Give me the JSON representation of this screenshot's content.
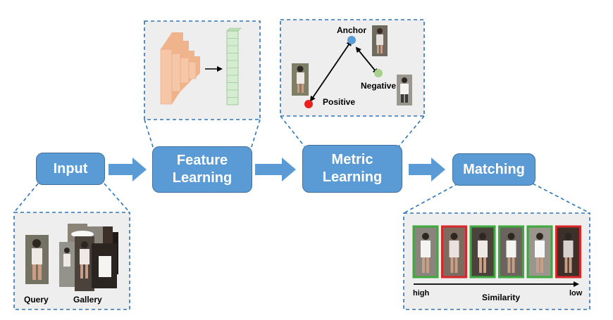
{
  "stages": {
    "input": "Input",
    "feature_line1": "Feature",
    "feature_line2": "Learning",
    "metric_line1": "Metric",
    "metric_line2": "Learning",
    "matching": "Matching"
  },
  "metric_panel": {
    "anchor": "Anchor",
    "positive": "Positive",
    "negative": "Negative"
  },
  "input_panel": {
    "query": "Query",
    "gallery": "Gallery"
  },
  "matching_panel": {
    "high": "high",
    "similarity": "Similarity",
    "low": "low",
    "ranking": [
      "correct",
      "wrong",
      "correct",
      "correct",
      "correct",
      "wrong"
    ]
  },
  "colors": {
    "stage_fill": "#5b9bd5",
    "stage_border": "#41719c",
    "panel_fill": "#eeeeee",
    "dashed_line": "#2e75b6",
    "anchor_dot": "#5b9bd5",
    "positive_dot": "#e8231f",
    "negative_dot": "#a9d18e",
    "correct_frame": "#3caa3c",
    "wrong_frame": "#d9262a",
    "conv_block": "#f6c7a7",
    "feature_vector": "#d5ecd2"
  }
}
